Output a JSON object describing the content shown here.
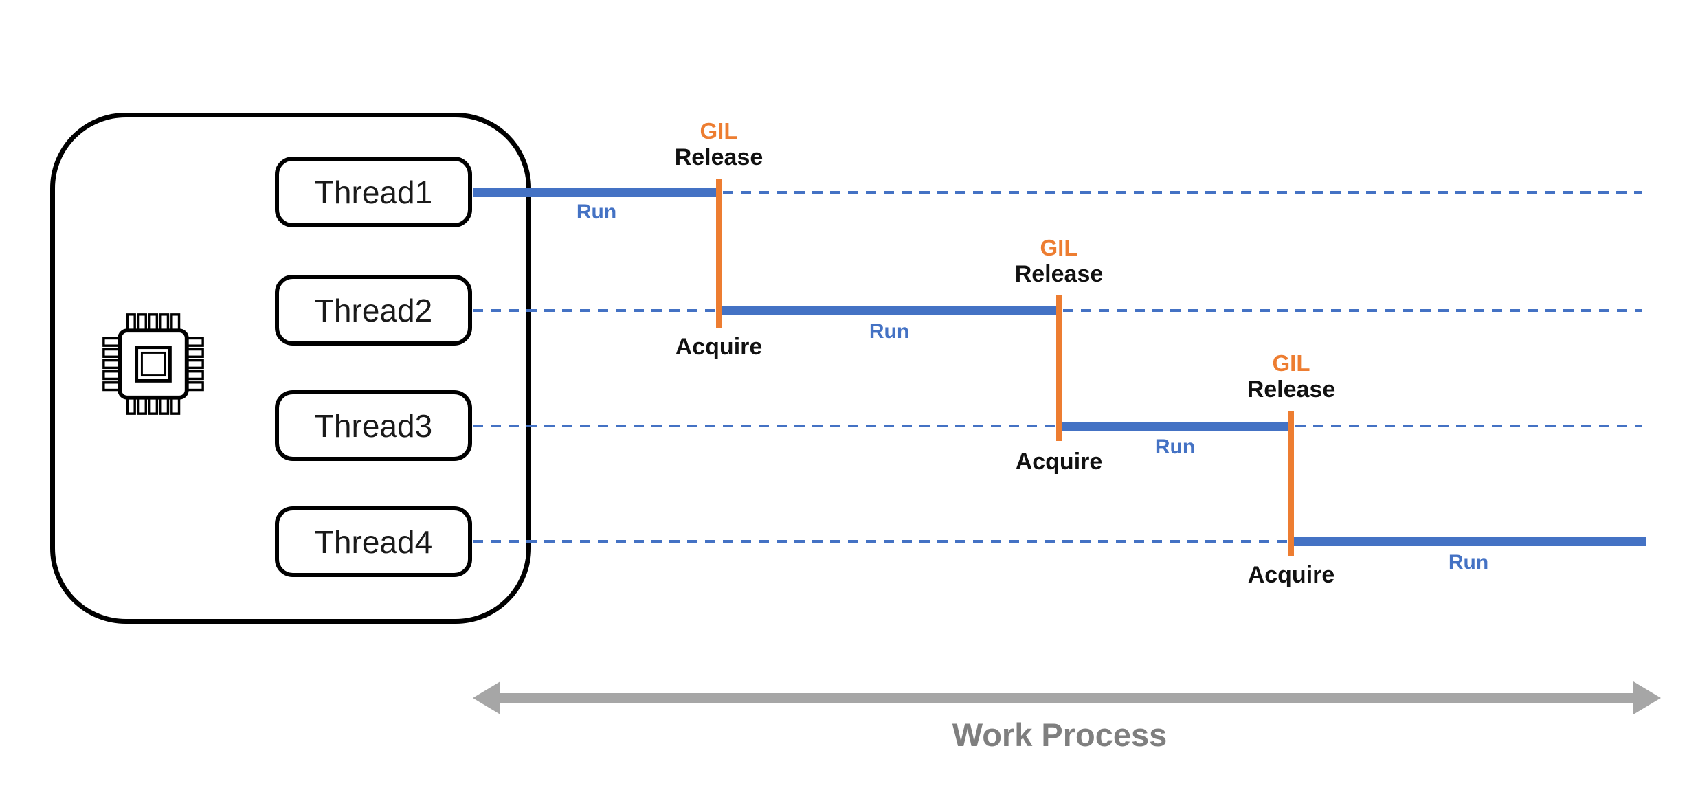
{
  "colors": {
    "blue": "#4472C4",
    "orange": "#ED7D31",
    "ink": "#111111",
    "thread_text": "#1A1A1A",
    "arrow": "#A6A6A6",
    "axis_text": "#7F7F7F",
    "outline": "#000000"
  },
  "cpu": {
    "icon": "cpu-chip-icon",
    "threads": [
      {
        "label": "Thread1"
      },
      {
        "label": "Thread2"
      },
      {
        "label": "Thread3"
      },
      {
        "label": "Thread4"
      }
    ]
  },
  "gil_markers": [
    {
      "gil": "GIL",
      "release": "Release",
      "acquire": "Acquire"
    },
    {
      "gil": "GIL",
      "release": "Release",
      "acquire": "Acquire"
    },
    {
      "gil": "GIL",
      "release": "Release",
      "acquire": "Acquire"
    }
  ],
  "run_labels": [
    {
      "label": "Run"
    },
    {
      "label": "Run"
    },
    {
      "label": "Run"
    },
    {
      "label": "Run"
    }
  ],
  "axis": {
    "label": "Work Process"
  }
}
